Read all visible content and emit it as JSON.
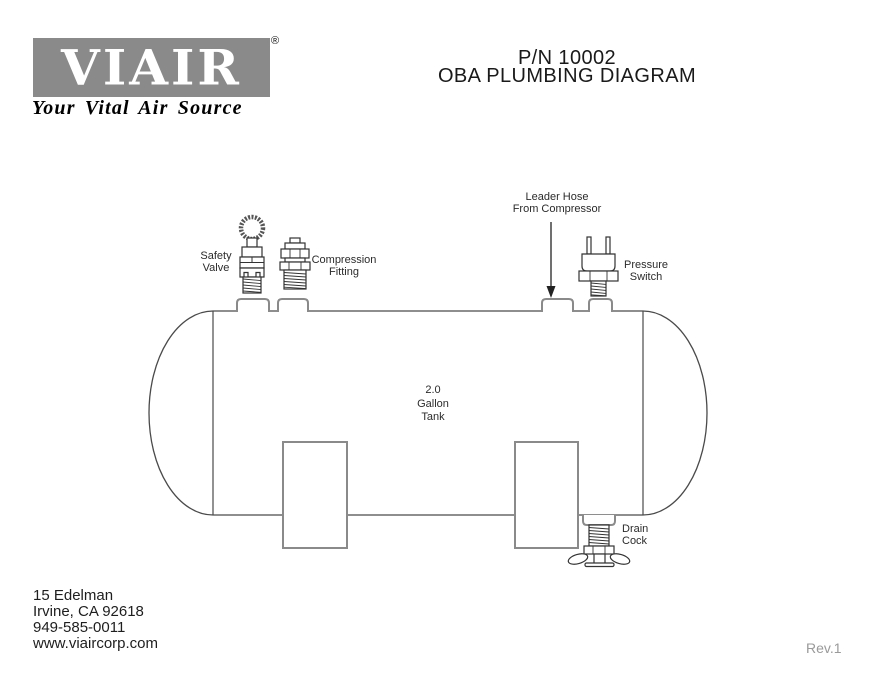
{
  "logo": {
    "brand": "VIAIR",
    "registered_mark": "®",
    "tagline": "Your Vital Air Source",
    "box_color": "#8a8a8a"
  },
  "header": {
    "part_number": "P/N 10002",
    "title": "OBA PLUMBING DIAGRAM"
  },
  "diagram": {
    "tank_label": {
      "line1": "2.0",
      "line2": "Gallon",
      "line3": "Tank"
    },
    "labels": {
      "safety_valve": {
        "line1": "Safety",
        "line2": "Valve"
      },
      "compression_fitting": {
        "line1": "Compression",
        "line2": "Fitting"
      },
      "leader_hose": {
        "line1": "Leader Hose",
        "line2": "From Compressor"
      },
      "pressure_switch": {
        "line1": "Pressure",
        "line2": "Switch"
      },
      "drain_cock": {
        "line1": "Drain",
        "line2": "Cock"
      }
    }
  },
  "footer": {
    "address_line1": "15 Edelman",
    "address_line2": "Irvine, CA 92618",
    "phone": "949-585-0011",
    "website": "www.viaircorp.com",
    "revision": "Rev.1"
  },
  "colors": {
    "tank_line": "#4a4a4a",
    "component_line": "#333333",
    "hardware_gray": "#8a8a8a",
    "logo_gray": "#8a8a8a",
    "revision_gray": "#9a9a9a"
  }
}
